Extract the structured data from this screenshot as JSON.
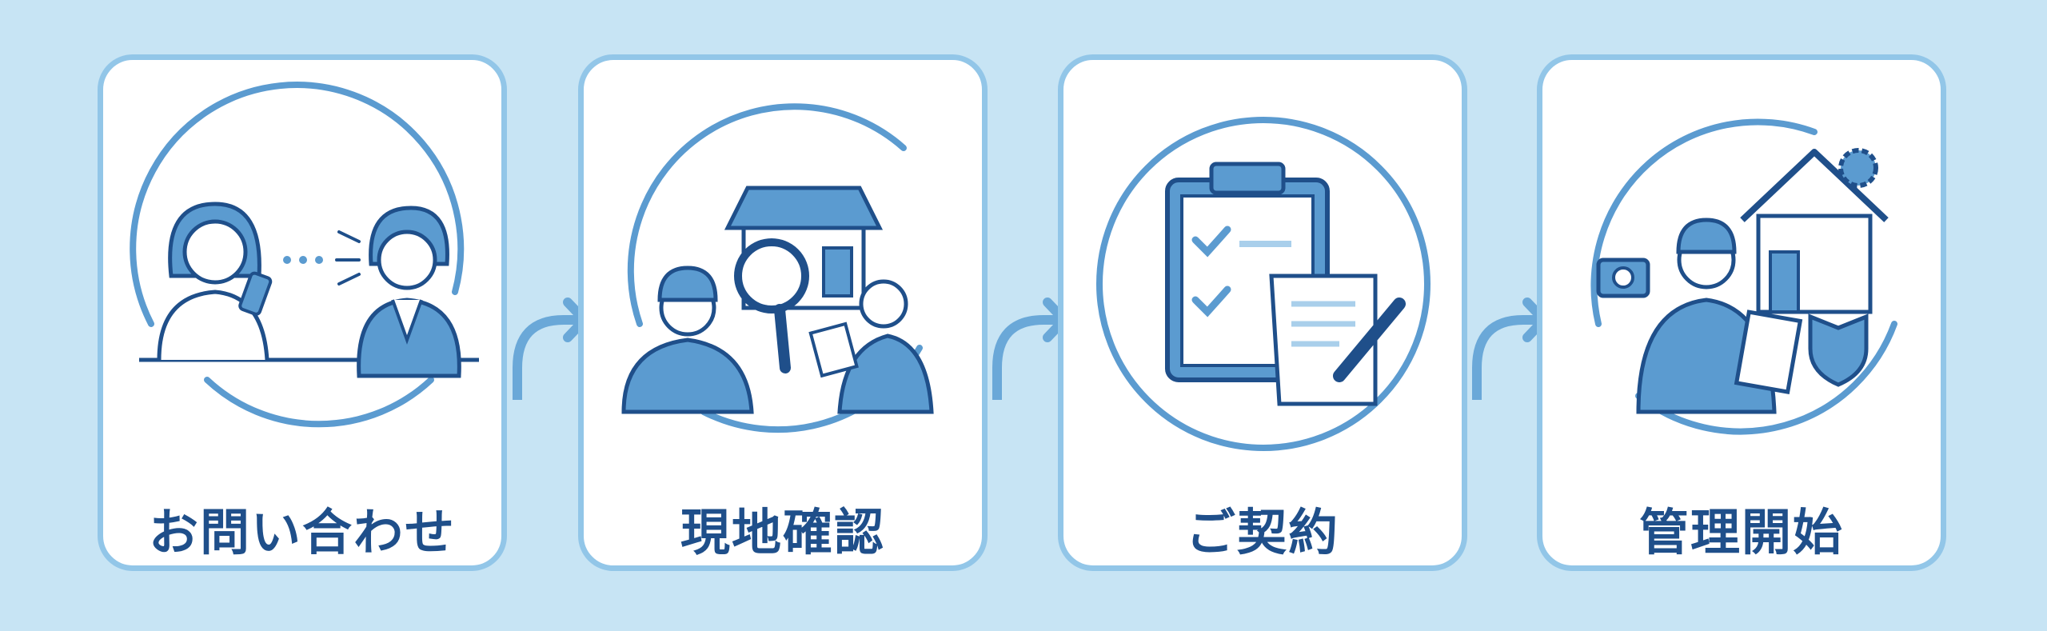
{
  "steps": [
    {
      "title": "お問い合わせ",
      "icon": "conversation-icon"
    },
    {
      "title": "現地確認",
      "icon": "site-inspection-icon"
    },
    {
      "title": "ご契約",
      "icon": "contract-clipboard-icon"
    },
    {
      "title": "管理開始",
      "icon": "management-start-icon"
    }
  ],
  "colors": {
    "background": "#c7e4f4",
    "card_border": "#92c6e8",
    "accent": "#5b9bd0",
    "text": "#1f4f8a",
    "line": "#1f4f8a"
  }
}
